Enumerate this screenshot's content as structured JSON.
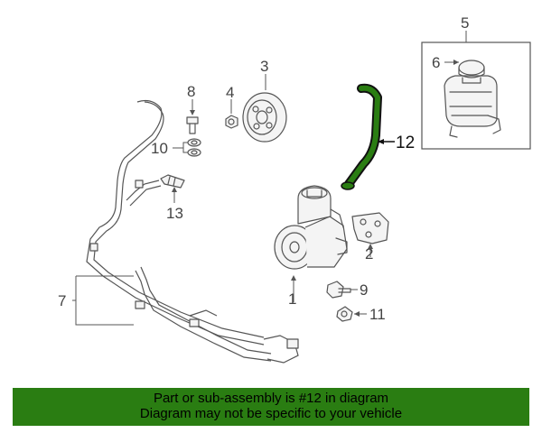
{
  "diagram": {
    "callouts": [
      {
        "id": "1",
        "label": "1"
      },
      {
        "id": "2",
        "label": "2"
      },
      {
        "id": "3",
        "label": "3"
      },
      {
        "id": "4",
        "label": "4"
      },
      {
        "id": "5",
        "label": "5"
      },
      {
        "id": "6",
        "label": "6"
      },
      {
        "id": "7",
        "label": "7"
      },
      {
        "id": "8",
        "label": "8"
      },
      {
        "id": "9",
        "label": "9"
      },
      {
        "id": "10",
        "label": "10"
      },
      {
        "id": "11",
        "label": "11"
      },
      {
        "id": "12",
        "label": "12"
      },
      {
        "id": "13",
        "label": "13"
      }
    ],
    "highlight_part": "12",
    "highlight_color": "#2a7d12",
    "line_color": "#555555"
  },
  "banner": {
    "line1": "Part or sub-assembly is #12 in diagram",
    "line2": "Diagram may not be specific to your vehicle",
    "background": "#2a7d12"
  }
}
